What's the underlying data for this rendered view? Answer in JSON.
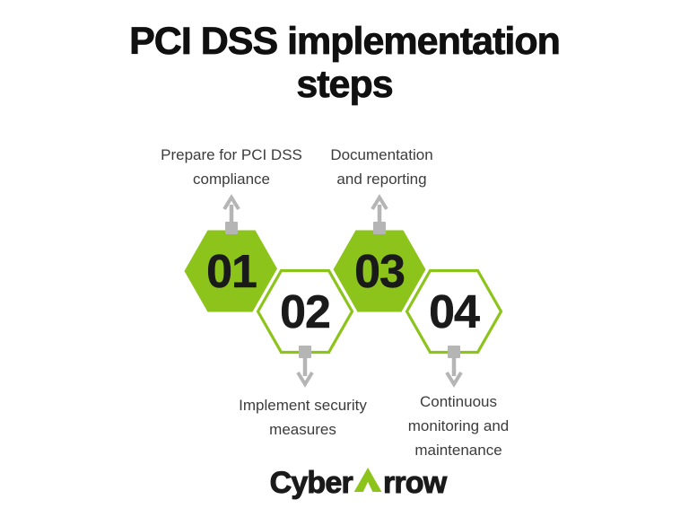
{
  "title": "PCI DSS implementation steps",
  "steps": [
    {
      "number": "01",
      "label": "Prepare for PCI DSS compliance",
      "style": "filled",
      "arrow_direction": "up"
    },
    {
      "number": "02",
      "label": "Implement security measures",
      "style": "outlined",
      "arrow_direction": "down"
    },
    {
      "number": "03",
      "label": "Documentation and reporting",
      "style": "filled",
      "arrow_direction": "up"
    },
    {
      "number": "04",
      "label": "Continuous monitoring and maintenance",
      "style": "outlined",
      "arrow_direction": "down"
    }
  ],
  "logo": {
    "text_before_arrow": "Cyber",
    "text_after_arrow": "rrow",
    "full_name": "CyberArrow",
    "arrow_icon": "green-triangle-arrow"
  },
  "colors": {
    "hexagon_green": "#8cc41c",
    "logo_green": "#8cc41c",
    "arrow_gray": "#b5b5b5",
    "title_black": "#101010",
    "label_gray": "#3c3c3c",
    "number_black": "#1a1a1a"
  }
}
